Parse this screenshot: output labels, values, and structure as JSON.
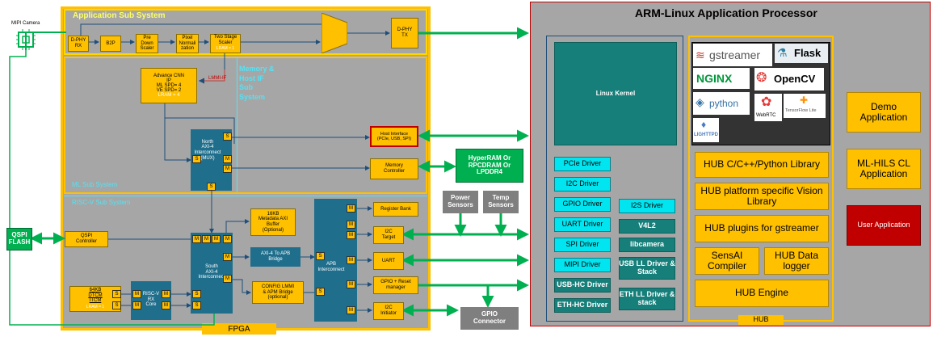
{
  "camera": {
    "label": "MIPI Camera"
  },
  "app_sub": {
    "title": "Application Sub System",
    "dphy_rx": "D-PHY\nRX",
    "b2p": "B2P",
    "predown": "Pre\nDown\nScaler",
    "pixnorm": "Pixel\nNormali\nzation",
    "twostage": "Two Stage\nScaler",
    "twostage_lram": "LRAM = 1",
    "dphy_tx": "D-PHY\nTX"
  },
  "ml_sub": {
    "title": "ML Sub System",
    "cnn": [
      "Advance CNN",
      "IP",
      "ML SPD= 4",
      "VE SPD= 2",
      "LRAM = 4"
    ],
    "lmmi": "LMMI-IF",
    "north": "North\nAXI-4\nInterconnect\n(MUX)",
    "host_if": "Host Interface\n(PCIe, USB, SPI)",
    "mem_ctrl": "Memory\nController",
    "mem_title": "Memory &\nHost IF\nSub\nSystem"
  },
  "riscv_sub": {
    "title": "RISC-V Sub System",
    "qspi_ctrl": "QSPI\nController",
    "metadata": "16KB\nMetadata AXI\nBuffer\n(Optional)",
    "axi_apb": "AXI-4 To APB\nBridge",
    "config": "CONFIG LMMI\n& APM Bridge\n(optional)",
    "south": "South\nAXI-4\nInterconnect",
    "apb": "APB\nInterconnect",
    "dtcm": "64KB\nDTCM\nITCM",
    "dtcm_lram": "LRAM = 1",
    "riscv": "RISC-V\nRX\nCore",
    "regbank": "Register Bank",
    "i2c_target": "I2C\nTarget",
    "uart": "UART",
    "gpio_reset": "GPIO + Reset\nmanager",
    "i2c_init": "I2C\nInitiator"
  },
  "ports": {
    "m": "M",
    "s": "S"
  },
  "fpga_label": "FPGA",
  "qspi_flash": "QSPI\nFLASH",
  "hyperram": "HyperRAM Or\nRPCDRAM Or\nLPDDR4",
  "power": "Power\nSensors",
  "temp": "Temp\nSensors",
  "gpio_conn": "GPIO\nConnector",
  "arm": {
    "title": "ARM-Linux Application Processor",
    "kernel": "Linux Kernel",
    "drivers_left": [
      "PCIe Driver",
      "I2C Driver",
      "GPIO Driver",
      "UART Driver",
      "SPI Driver",
      "MIPI Driver"
    ],
    "drivers_left_dark": [
      "USB-HC Driver",
      "ETH-HC Driver"
    ],
    "drivers_right": [
      "I2S Driver"
    ],
    "drivers_right_dark": [
      "V4L2",
      "libcamera",
      "USB LL Driver &\nStack",
      "ETH LL Driver &\nstack"
    ],
    "logos": {
      "gstreamer": "gstreamer",
      "flask": "Flask",
      "nginx": "NGINX",
      "opencv": "OpenCV",
      "python": "python",
      "webrtc": "WebRTC",
      "tflite": "TensorFlow Lite",
      "lighttpd": "LIGHTTPD"
    },
    "hub_blocks": [
      "HUB C/C++/Python Library",
      "HUB platform specific Vision\nLibrary",
      "HUB plugins for gstreamer"
    ],
    "sensai": "SensAI\nCompiler",
    "datalogger": "HUB Data\nlogger",
    "engine": "HUB Engine",
    "hub_label": "HUB",
    "demo": "Demo\nApplication",
    "mlhils": "ML-HILS CL\nApplication",
    "user_app": "User Application"
  },
  "colors": {
    "fpga_border": "#ffc000",
    "gray_bg": "#a6a6a6",
    "yellow": "#ffc000",
    "teal": "#1f6e8c",
    "cyan": "#00e5f0",
    "green": "#00b050",
    "red": "#c00000",
    "arm_border": "#c00000"
  }
}
